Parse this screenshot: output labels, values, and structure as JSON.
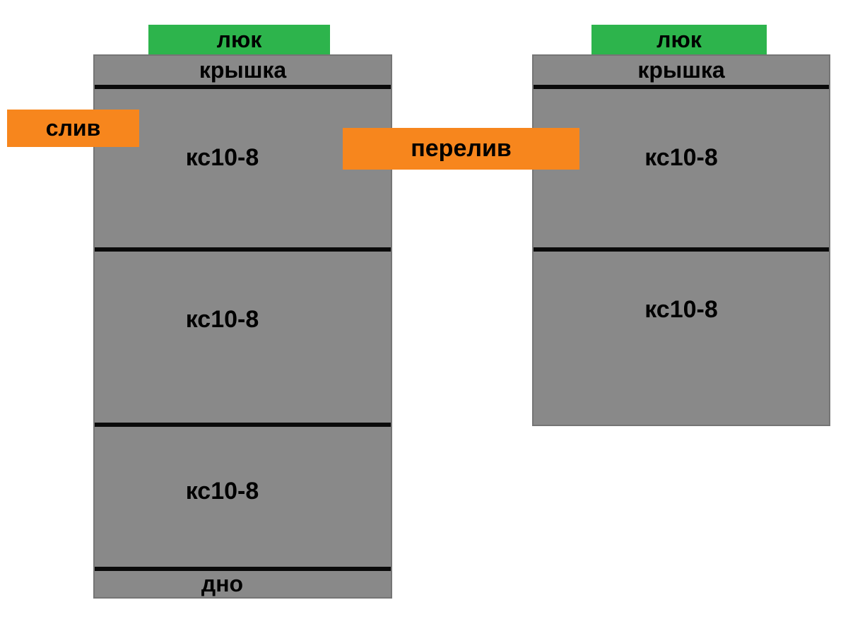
{
  "colors": {
    "background": "#ffffff",
    "hatch_green": "#2db44c",
    "pipe_orange": "#f7861d",
    "tank_gray": "#898989",
    "tank_border": "#757575",
    "joint_black": "#0a0a0a",
    "text_black": "#000000"
  },
  "left_tank": {
    "hatch_label": "люк",
    "lid_label": "крышка",
    "rings": [
      {
        "label": "кс10-8"
      },
      {
        "label": "кс10-8"
      },
      {
        "label": "кс10-8"
      }
    ],
    "bottom_label": "дно"
  },
  "right_tank": {
    "hatch_label": "люк",
    "lid_label": "крышка",
    "rings": [
      {
        "label": "кс10-8"
      },
      {
        "label": "кс10-8"
      }
    ]
  },
  "pipes": {
    "drain_label": "слив",
    "overflow_label": "перелив"
  }
}
